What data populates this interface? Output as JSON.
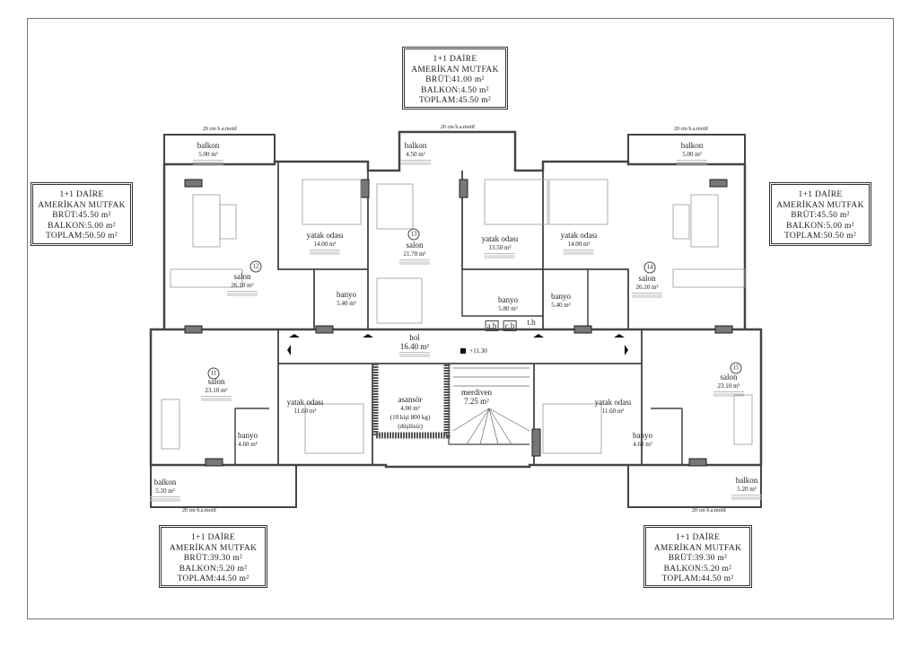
{
  "info_boxes": {
    "top": {
      "type": "1+1 DAİRE",
      "kitchen": "AMERİKAN MUTFAK",
      "gross": "BRÜT:41.00 m²",
      "balcony": "BALKON:4.50 m²",
      "total": "TOPLAM:45.50 m²"
    },
    "left": {
      "type": "1+1 DAİRE",
      "kitchen": "AMERİKAN MUTFAK",
      "gross": "BRÜT:45.50 m²",
      "balcony": "BALKON:5.00 m²",
      "total": "TOPLAM:50.50 m²"
    },
    "right": {
      "type": "1+1 DAİRE",
      "kitchen": "AMERİKAN MUTFAK",
      "gross": "BRÜT:45.50 m²",
      "balcony": "BALKON:5.00 m²",
      "total": "TOPLAM:50.50 m²"
    },
    "bottom_left": {
      "type": "1+1 DAİRE",
      "kitchen": "AMERİKAN MUTFAK",
      "gross": "BRÜT:39.30 m²",
      "balcony": "BALKON:5.20 m²",
      "total": "TOPLAM:44.50 m²"
    },
    "bottom_right": {
      "type": "1+1 DAİRE",
      "kitchen": "AMERİKAN MUTFAK",
      "gross": "BRÜT:39.30 m²",
      "balcony": "BALKON:5.20 m²",
      "total": "TOPLAM:44.50 m²"
    }
  },
  "motif": "20 cm b.a.motif",
  "units": {
    "u11": "11",
    "u12": "12",
    "u13": "13",
    "u14": "14",
    "u15": "15"
  },
  "rooms": {
    "balkon_12": {
      "name": "balkon",
      "area": "5.00 m²"
    },
    "yatak_12": {
      "name": "yatak odası",
      "area": "14.00 m²"
    },
    "salon_12": {
      "name": "salon",
      "area": "26.10 m²"
    },
    "banyo_12": {
      "name": "banyo",
      "area": "5.40 m²"
    },
    "balkon_13": {
      "name": "balkon",
      "area": "4.50 m²"
    },
    "salon_13": {
      "name": "salon",
      "area": "21.70 m²"
    },
    "yatak_13": {
      "name": "yatak odası",
      "area": "13.50 m²"
    },
    "banyo_13": {
      "name": "banyo",
      "area": "5.80 m²"
    },
    "yatak_14": {
      "name": "yatak odası",
      "area": "14.00 m²"
    },
    "banyo_14": {
      "name": "banyo",
      "area": "5.40 m²"
    },
    "salon_14": {
      "name": "salon",
      "area": "26.10 m²"
    },
    "balkon_14": {
      "name": "balkon",
      "area": "5.00 m²"
    },
    "hol": {
      "name": "hol",
      "area": "16.40 m²"
    },
    "salon_11": {
      "name": "salon",
      "area": "23.10 m²"
    },
    "yatak_11": {
      "name": "yatak odası",
      "area": "11.60 m²"
    },
    "banyo_11": {
      "name": "banyo",
      "area": "4.60 m²"
    },
    "balkon_11": {
      "name": "balkon",
      "area": "5.20 m²"
    },
    "asansor": {
      "name": "asansör",
      "area": "4.00 m²",
      "capacity": "(10 kişi 800 kg)",
      "note": "(düşlüsiz)"
    },
    "merdiven": {
      "name": "merdiven",
      "area": "7.25 m²"
    },
    "yatak_15": {
      "name": "yatak odası",
      "area": "11.60 m²"
    },
    "banyo_15": {
      "name": "banyo",
      "area": "4.60 m²"
    },
    "salon_15": {
      "name": "salon",
      "area": "23.10 m²"
    },
    "balkon_15": {
      "name": "balkon",
      "area": "5.20 m²"
    }
  },
  "shafts": {
    "ab": "a.b",
    "cb": "c.b",
    "tb": "t.b"
  },
  "level": "+11.30"
}
